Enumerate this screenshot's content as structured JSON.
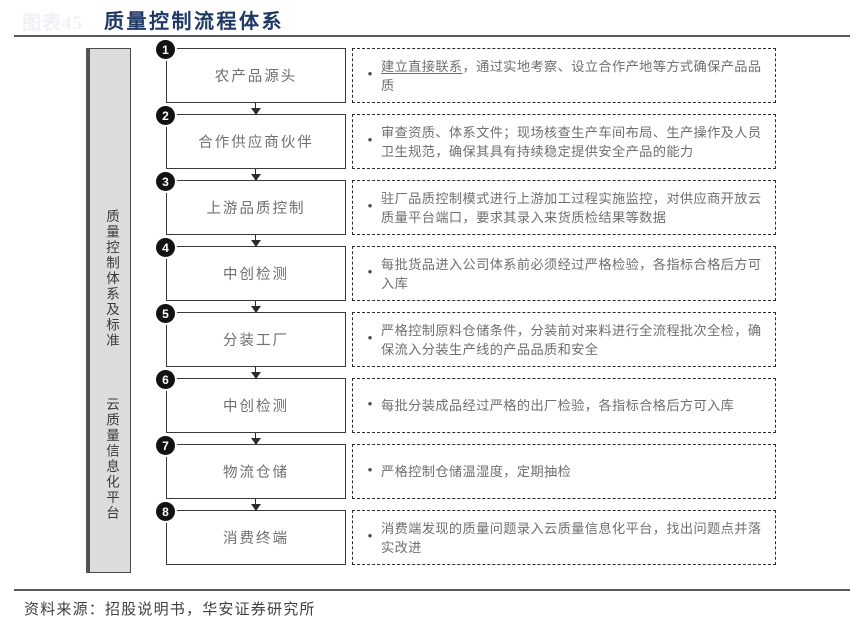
{
  "header": {
    "figure_label": "图表45",
    "title": "质量控制流程体系"
  },
  "side_band": {
    "text_top": "质量控制体系及标准",
    "text_bottom": "云质量信息化平台"
  },
  "flow": {
    "steps": [
      {
        "number": "1",
        "label": "农产品源头"
      },
      {
        "number": "2",
        "label": "合作供应商伙伴"
      },
      {
        "number": "3",
        "label": "上游品质控制"
      },
      {
        "number": "4",
        "label": "中创检测"
      },
      {
        "number": "5",
        "label": "分装工厂"
      },
      {
        "number": "6",
        "label": "中创检测"
      },
      {
        "number": "7",
        "label": "物流仓储"
      },
      {
        "number": "8",
        "label": "消费终端"
      }
    ]
  },
  "descriptions": {
    "bullet": "•",
    "items": [
      {
        "lead": "建立直接联系",
        "rest": "，通过实地考察、设立合作产地等方式确保产品品质"
      },
      {
        "lead": "",
        "rest": "审查资质、体系文件；现场核查生产车间布局、生产操作及人员卫生规范，确保其具有持续稳定提供安全产品的能力"
      },
      {
        "lead": "",
        "rest": "驻厂品质控制模式进行上游加工过程实施监控，对供应商开放云质量平台端口，要求其录入来货质检结果等数据"
      },
      {
        "lead": "",
        "rest": "每批货品进入公司体系前必须经过严格检验，各指标合格后方可入库"
      },
      {
        "lead": "",
        "rest": "严格控制原料仓储条件，分装前对来料进行全流程批次全检，确保流入分装生产线的产品品质和安全"
      },
      {
        "lead": "",
        "rest": "每批分装成品经过严格的出厂检验，各指标合格后方可入库"
      },
      {
        "lead": "",
        "rest": "严格控制仓储温湿度，定期抽检"
      },
      {
        "lead": "",
        "rest": "消费端发现的质量问题录入云质量信息化平台，找出问题点并落实改进"
      }
    ]
  },
  "footer": {
    "source": "资料来源：招股说明书，华安证券研究所"
  },
  "colors": {
    "title": "#1f3864",
    "rule": "#59595b",
    "band_fill": "#dcdcdc",
    "box_text": "#6f6f6f",
    "badge": "#121212"
  }
}
